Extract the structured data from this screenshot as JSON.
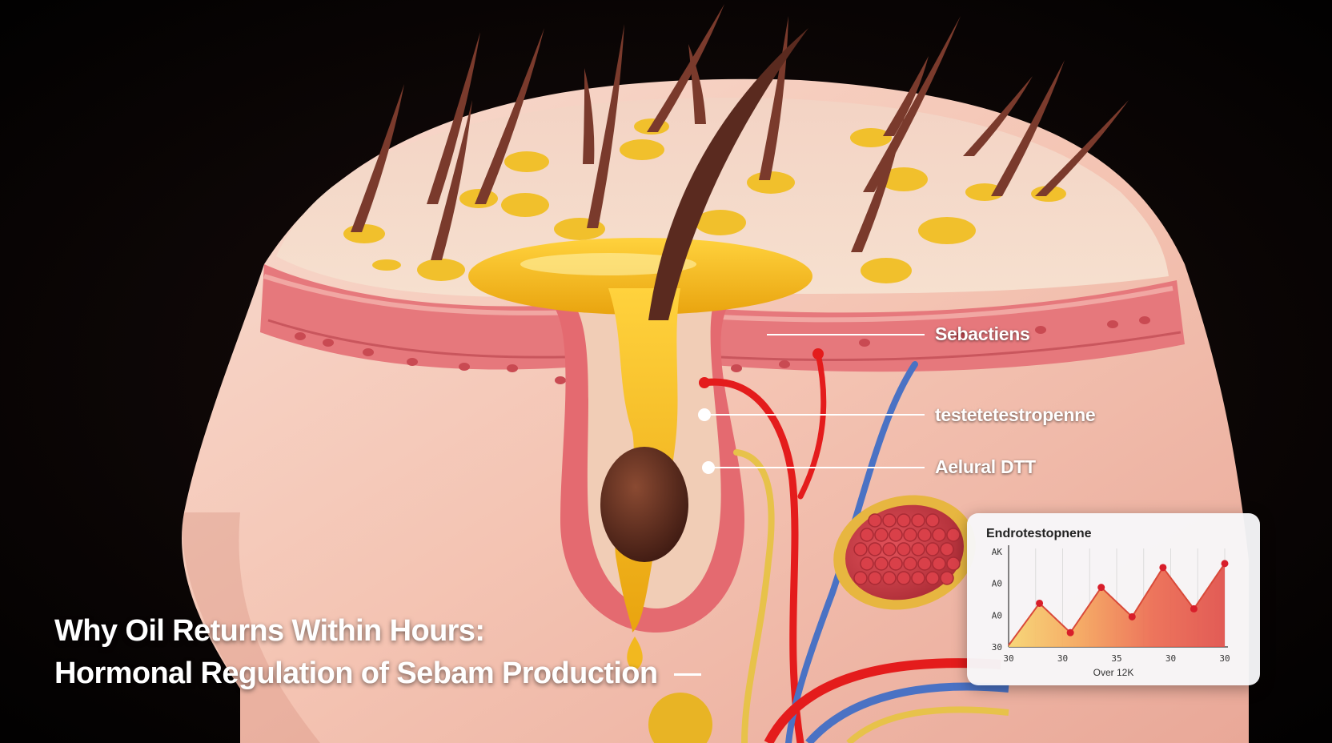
{
  "callouts": {
    "sebaceous": "Sebactiens",
    "testosterone": "testetetestropenne",
    "dht": "Aelural DTT"
  },
  "headline": {
    "line1": "Why Oil Returns Within Hours:",
    "line2": "Hormonal Regulation of Sebam Production"
  },
  "colors": {
    "background": "#000000",
    "sebum": "#f2b81f",
    "skin": "#f4c9b7",
    "dermis": "#e7767a",
    "hair": "#6e3428",
    "artery": "#e41c1c",
    "vein": "#4a72c4",
    "nerve": "#e7c24a"
  },
  "chart_data": {
    "type": "area",
    "title": "Endrotestopnene",
    "xlabel": "Over 12K",
    "x_tick_labels": [
      "30",
      "30",
      "35",
      "30",
      "30"
    ],
    "y_tick_labels": [
      "30",
      "A0",
      "A0",
      "AK"
    ],
    "values": [
      2,
      55,
      18,
      75,
      38,
      100,
      48,
      105
    ],
    "ylim": [
      0,
      120
    ],
    "gradient": [
      "#f7d46e",
      "#f5a45a",
      "#ec6a4f",
      "#e04e48"
    ],
    "marker_color": "#d81e2a"
  }
}
